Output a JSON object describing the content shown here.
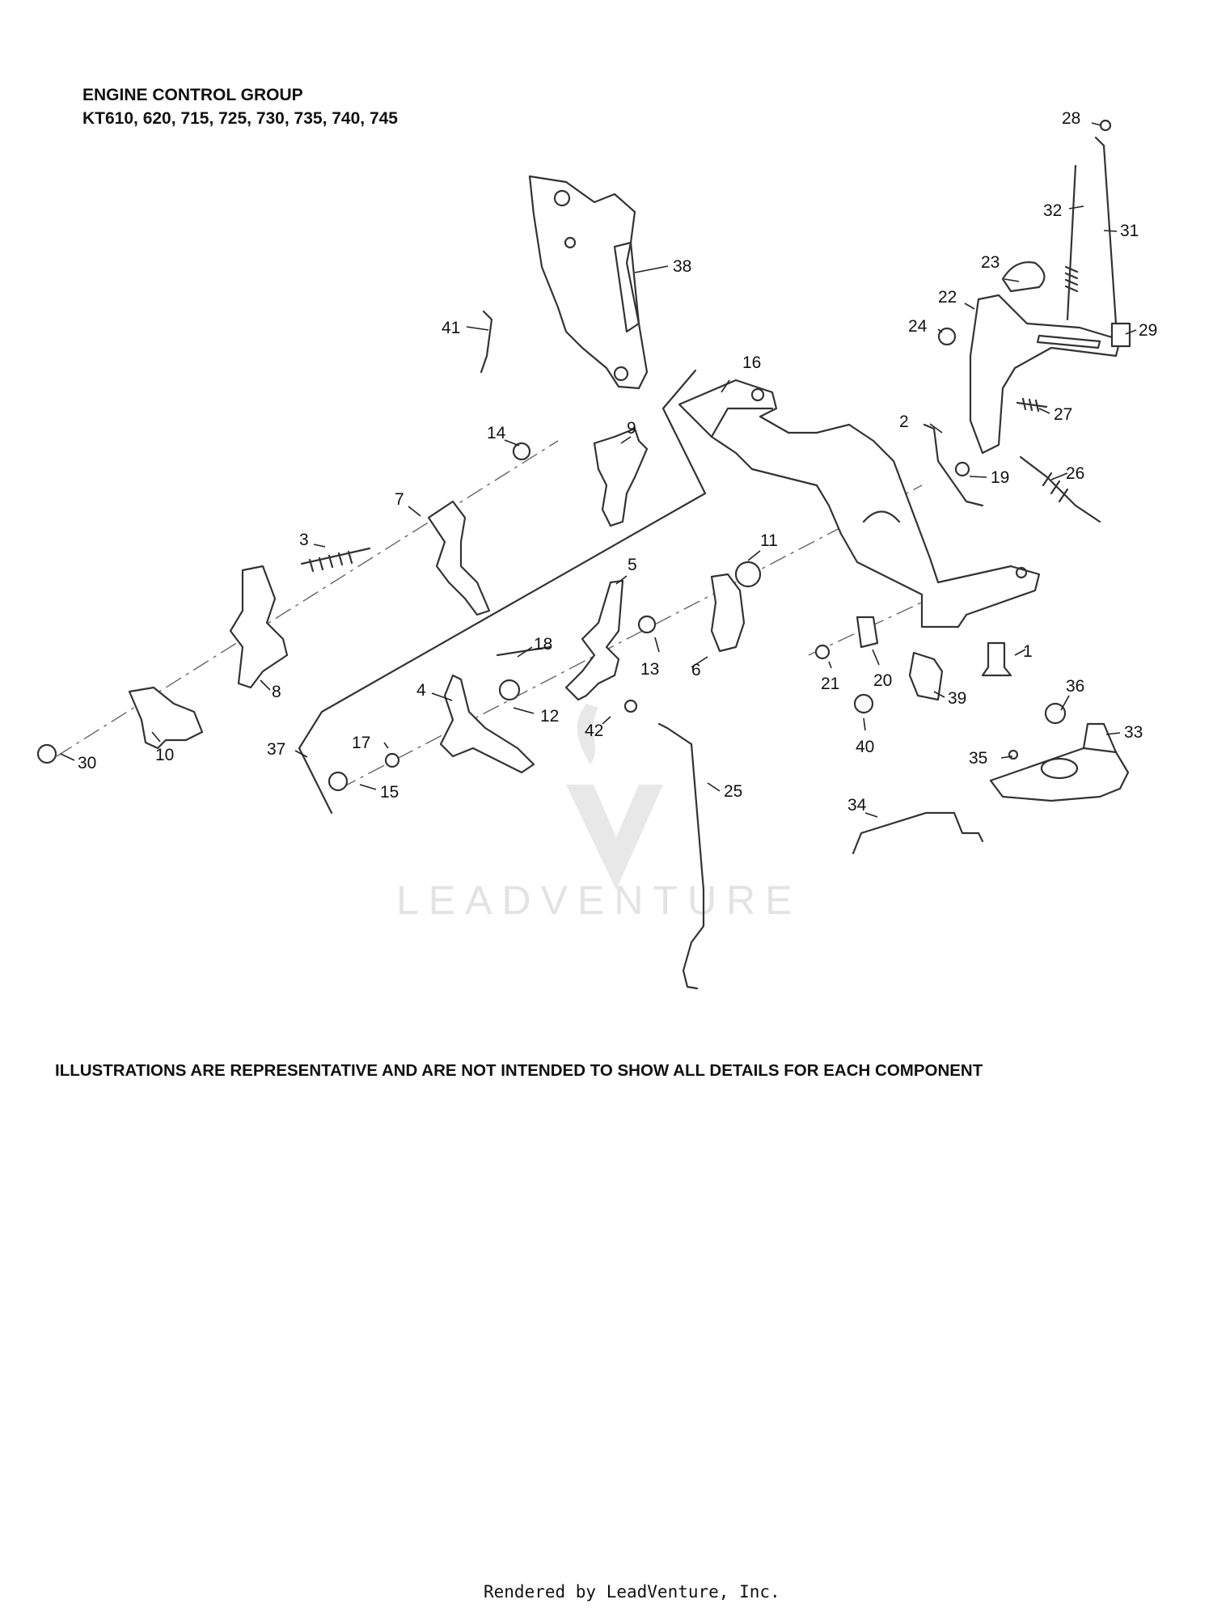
{
  "header": {
    "title": "ENGINE CONTROL GROUP",
    "models": "KT610, 620, 715, 725, 730, 735, 740, 745"
  },
  "disclaimer": "ILLUSTRATIONS ARE REPRESENTATIVE AND ARE NOT INTENDED TO SHOW ALL DETAILS FOR EACH COMPONENT",
  "watermark": "LEADVENTURE",
  "footer": "Rendered by LeadVenture, Inc.",
  "callouts": [
    "1",
    "2",
    "3",
    "4",
    "5",
    "6",
    "7",
    "8",
    "9",
    "10",
    "11",
    "12",
    "13",
    "14",
    "15",
    "16",
    "17",
    "18",
    "19",
    "20",
    "21",
    "22",
    "23",
    "24",
    "25",
    "26",
    "27",
    "28",
    "29",
    "30",
    "31",
    "32",
    "33",
    "34",
    "35",
    "36",
    "37",
    "38",
    "39",
    "40",
    "41",
    "42"
  ],
  "colors": {
    "line": "#333333",
    "text": "#111111",
    "watermark": "#e3e3e3",
    "background": "#ffffff"
  }
}
